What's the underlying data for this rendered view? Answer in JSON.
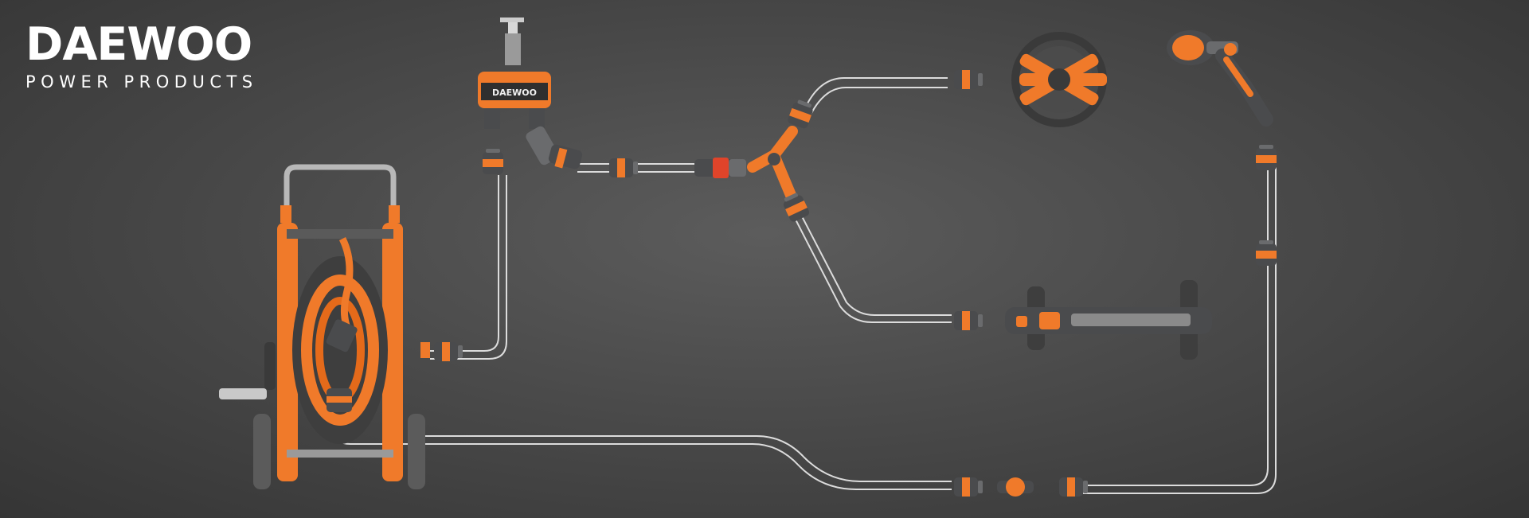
{
  "brand": {
    "name": "DAEWOO",
    "tagline": "POWER PRODUCTS"
  },
  "products": {
    "tap_connector_label": "DAEWOO"
  },
  "colors": {
    "accent": "#f07a2a",
    "body": "#4a4b4d",
    "background": "#4d4d4d",
    "hose": "#dcdcdc"
  }
}
